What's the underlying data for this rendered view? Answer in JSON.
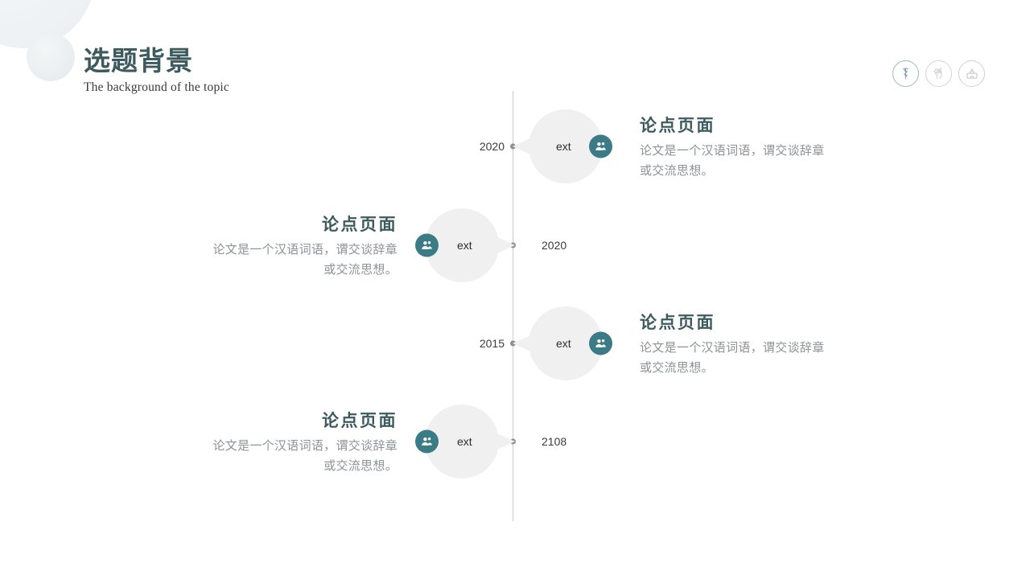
{
  "header": {
    "title": "选题背景",
    "subtitle": "The  background of the topic"
  },
  "badges": [
    {
      "icon": "caduceus-icon",
      "name": "badge-caduceus"
    },
    {
      "icon": "hand-microbe-icon",
      "name": "badge-hand"
    },
    {
      "icon": "hospital-icon",
      "name": "badge-hospital"
    }
  ],
  "timeline": {
    "items": [
      {
        "year": "2020",
        "bubble_label": "ext",
        "side": "right",
        "title": "论点页面",
        "body": "论文是一个汉语词语，谓交谈辞章或交流思想。",
        "icon": "people-icon"
      },
      {
        "year": "2020",
        "bubble_label": "ext",
        "side": "left",
        "title": "论点页面",
        "body": "论文是一个汉语词语，谓交谈辞章或交流思想。",
        "icon": "people-icon"
      },
      {
        "year": "2015",
        "bubble_label": "ext",
        "side": "right",
        "title": "论点页面",
        "body": "论文是一个汉语词语，谓交谈辞章或交流思想。",
        "icon": "people-icon"
      },
      {
        "year": "2108",
        "bubble_label": "ext",
        "side": "left",
        "title": "论点页面",
        "body": "论文是一个汉语词语，谓交谈辞章或交流思想。",
        "icon": "people-icon"
      }
    ]
  },
  "colors": {
    "accent_teal": "#3a7b86",
    "heading": "#3d5a5e",
    "body_text": "#8d9295",
    "bubble": "#f0f0f0",
    "spine": "#c9cccd"
  }
}
